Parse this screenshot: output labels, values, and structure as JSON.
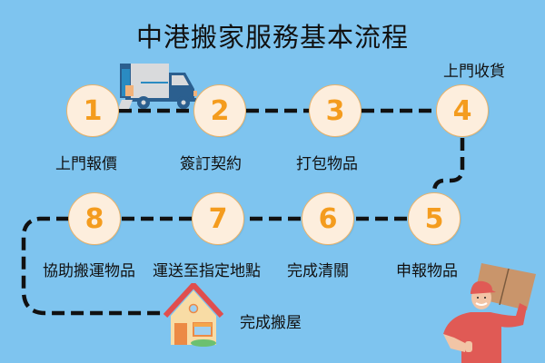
{
  "title": "中港搬家服務基本流程",
  "steps": [
    {
      "number": "1",
      "label": "上門報價"
    },
    {
      "number": "2",
      "label": "簽訂契約"
    },
    {
      "number": "3",
      "label": "打包物品"
    },
    {
      "number": "4",
      "label": "上門收貨"
    },
    {
      "number": "5",
      "label": "申報物品"
    },
    {
      "number": "6",
      "label": "完成清關"
    },
    {
      "number": "7",
      "label": "運送至指定地點"
    },
    {
      "number": "8",
      "label": "協助搬運物品"
    }
  ],
  "final_label": "完成搬屋",
  "colors": {
    "background": "#7ec4ef",
    "circle_fill": "#fdeedd",
    "circle_border": "#e9b36b",
    "number": "#f49c1e",
    "path": "#111111"
  },
  "illustrations": [
    "moving-truck",
    "house",
    "delivery-man-with-box"
  ]
}
